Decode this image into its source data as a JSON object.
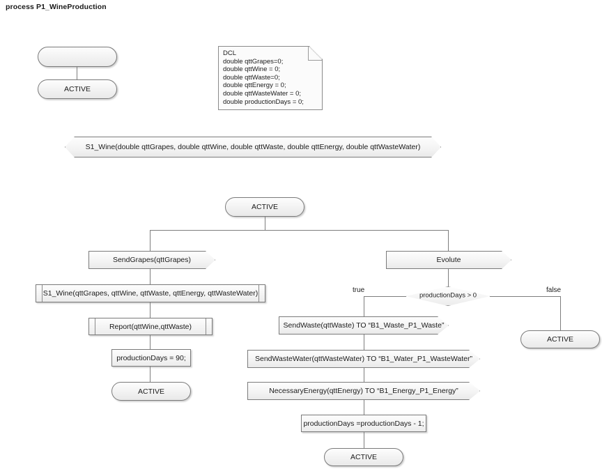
{
  "diagram": {
    "title": "process P1_WineProduction",
    "type": "SDL process diagram",
    "background_color": "#ffffff",
    "shape_fill": "#f2f2f2",
    "shape_border": "#7a7a7a",
    "text_color": "#1a1a1a"
  },
  "declaration_note": {
    "name": "DCL",
    "lines": [
      "DCL",
      "double qttGrapes=0;",
      "double qttWine = 0;",
      "double qttWaste=0;",
      "double qttEnergy = 0;",
      "double qttWasteWater = 0;",
      "double productionDays = 0;"
    ],
    "text": "DCL\ndouble qttGrapes=0;\ndouble qttWine = 0;\ndouble qttWaste=0;\ndouble qttEnergy = 0;\ndouble qttWasteWater = 0;\ndouble productionDays = 0;"
  },
  "start_block": {
    "start_label": "",
    "state_label": "ACTIVE"
  },
  "signal_declaration": {
    "label": "S1_Wine(double qttGrapes, double qttWine, double qttWaste, double qttEnergy, double qttWasteWater)"
  },
  "main": {
    "entry_state": "ACTIVE",
    "left_branch": {
      "input": "SendGrapes(qttGrapes)",
      "procedure_1": "S1_Wine(qttGrapes, qttWine, qttWaste, qttEnergy, qttWasteWater)",
      "procedure_2": "Report(qttWine,qttWaste)",
      "task": "productionDays = 90;",
      "end_state": "ACTIVE"
    },
    "right_branch": {
      "input": "Evolute",
      "decision": "productionDays > 0",
      "branch_true_label": "true",
      "branch_false_label": "false",
      "true_path": {
        "output_1": "SendWaste(qttWaste) TO “B1_Waste_P1_Waste”",
        "output_2": "SendWasteWater(qttWasteWater) TO “B1_Water_P1_WasteWater”",
        "output_3": "NecessaryEnergy(qttEnergy) TO “B1_Energy_P1_Energy”",
        "task": "productionDays =productionDays - 1;",
        "end_state": "ACTIVE"
      },
      "false_path": {
        "end_state": "ACTIVE"
      }
    }
  }
}
